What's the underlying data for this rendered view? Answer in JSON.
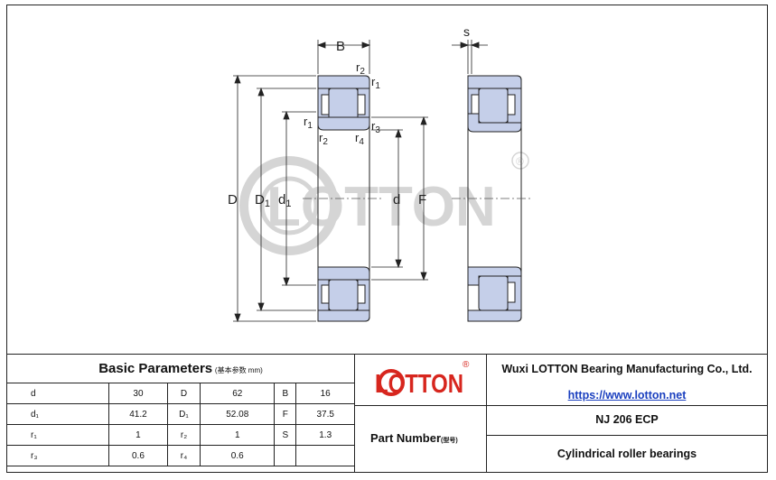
{
  "drawing": {
    "dims": {
      "B": "B",
      "s": "s",
      "D": "D",
      "D1": "D",
      "D1_sub": "1",
      "d1": "d",
      "d1_sub": "1",
      "d": "d",
      "F": "F",
      "r1": "r",
      "r1_sub": "1",
      "r2": "r",
      "r2_sub": "2",
      "r3": "r",
      "r3_sub": "3",
      "r4": "r",
      "r4_sub": "4"
    },
    "watermark": "LOTTON",
    "registered": "®"
  },
  "colors": {
    "roller": "#c5cfe9",
    "line": "#222222",
    "accent": "#d7261e",
    "link": "#1a3fbf"
  },
  "basic_parameters": {
    "title": "Basic Parameters",
    "subtitle": "(基本参数 mm)",
    "rows": [
      [
        "d",
        "30",
        "D",
        "62",
        "B",
        "16"
      ],
      [
        "d₁",
        "41.2",
        "D₁",
        "52.08",
        "F",
        "37.5"
      ],
      [
        "r₁",
        "1",
        "r₂",
        "1",
        "S",
        "1.3"
      ],
      [
        "r₃",
        "0.6",
        "r₄",
        "0.6",
        "",
        ""
      ]
    ]
  },
  "logo": {
    "text": "LOTTON",
    "mark": "®"
  },
  "company": {
    "name": "Wuxi LOTTON Bearing Manufacturing Co., Ltd.",
    "url": "https://www.lotton.net"
  },
  "part": {
    "label": "Part Number",
    "label_sub": "(型号)",
    "number": "NJ  206 ECP",
    "type": "Cylindrical roller bearings"
  }
}
